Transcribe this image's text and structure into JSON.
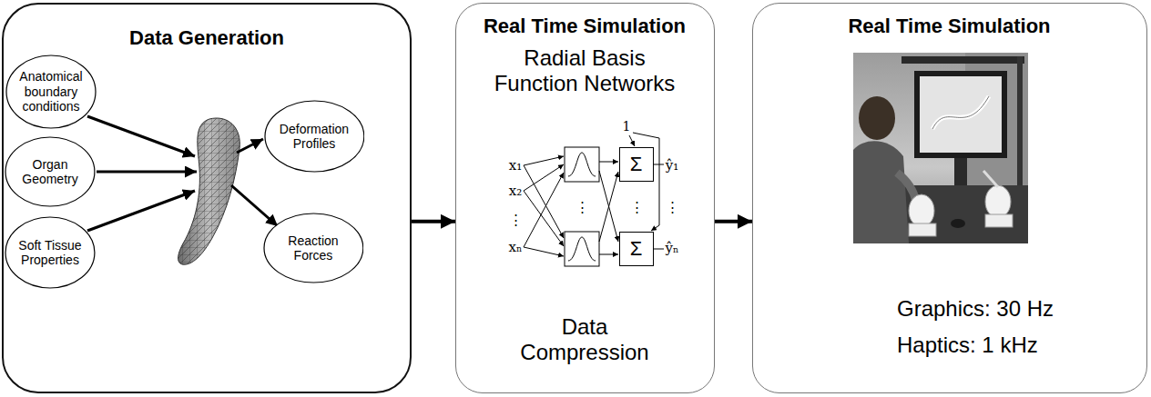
{
  "diagram": {
    "nodes": [
      {
        "text": [
          "Data Generation"
        ]
      },
      {
        "text": [
          "Anatomical boundary conditions"
        ],
        "in": 0
      },
      {
        "text": [
          "Organ Geometry"
        ],
        "in": 0
      },
      {
        "text": [
          "Soft Tissue Properties"
        ],
        "in": 0
      },
      {
        "text": [
          "Deformation Profiles"
        ],
        "in": 0
      },
      {
        "text": [
          "Reaction Forces"
        ],
        "in": 0
      },
      {
        "text": [
          "Real Time Simulation",
          "Radial Basis Function Networks",
          "Data Compression"
        ]
      },
      {
        "text": [
          "Σ"
        ],
        "in": 6
      },
      {
        "text": [
          "Σ"
        ],
        "in": 6
      },
      {
        "text": [
          "Real Time Simulation",
          "Graphics: 30 Hz",
          "Haptics: 1 kHz"
        ]
      }
    ],
    "edges": [
      {
        "from": 0,
        "to": 6,
        "arrow": "to"
      },
      {
        "from": 6,
        "to": 9,
        "arrow": "to"
      }
    ],
    "labels": [
      "x₁",
      "x₂",
      "⋮",
      "xₙ",
      "⋮",
      "1",
      "⋮",
      "ŷ₁",
      "⋮",
      "ŷₙ"
    ]
  }
}
